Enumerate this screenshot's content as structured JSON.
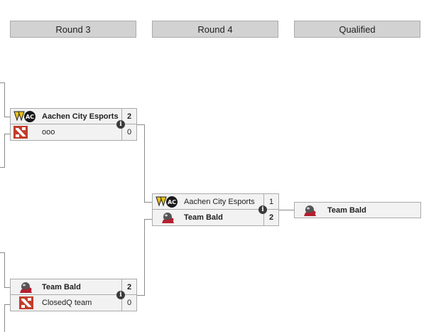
{
  "rounds": [
    "Round 3",
    "Round 4",
    "Qualified"
  ],
  "matches": {
    "r3_top": {
      "team1": {
        "name": "Aachen City Esports",
        "score": "2",
        "logo": "aachen-city-logo"
      },
      "team2": {
        "name": "ooo",
        "score": "0",
        "logo": "dota2-logo"
      }
    },
    "r3_bottom": {
      "team1": {
        "name": "Team Bald",
        "score": "2",
        "logo": "team-bald-logo"
      },
      "team2": {
        "name": "ClosedQ team",
        "score": "0",
        "logo": "dota2-logo"
      }
    },
    "r4": {
      "team1": {
        "name": "Aachen City Esports",
        "score": "1",
        "logo": "aachen-city-logo"
      },
      "team2": {
        "name": "Team Bald",
        "score": "2",
        "logo": "team-bald-logo"
      }
    }
  },
  "qualified": {
    "name": "Team Bald",
    "logo": "team-bald-logo"
  },
  "colors": {
    "header_bg": "#d2d2d2",
    "row_bg": "#f2f2f2",
    "border": "#aaaaaa",
    "connector": "#8a8a8a",
    "dota_red": "#c23c2a",
    "aachen_yellow": "#e8c21c"
  }
}
